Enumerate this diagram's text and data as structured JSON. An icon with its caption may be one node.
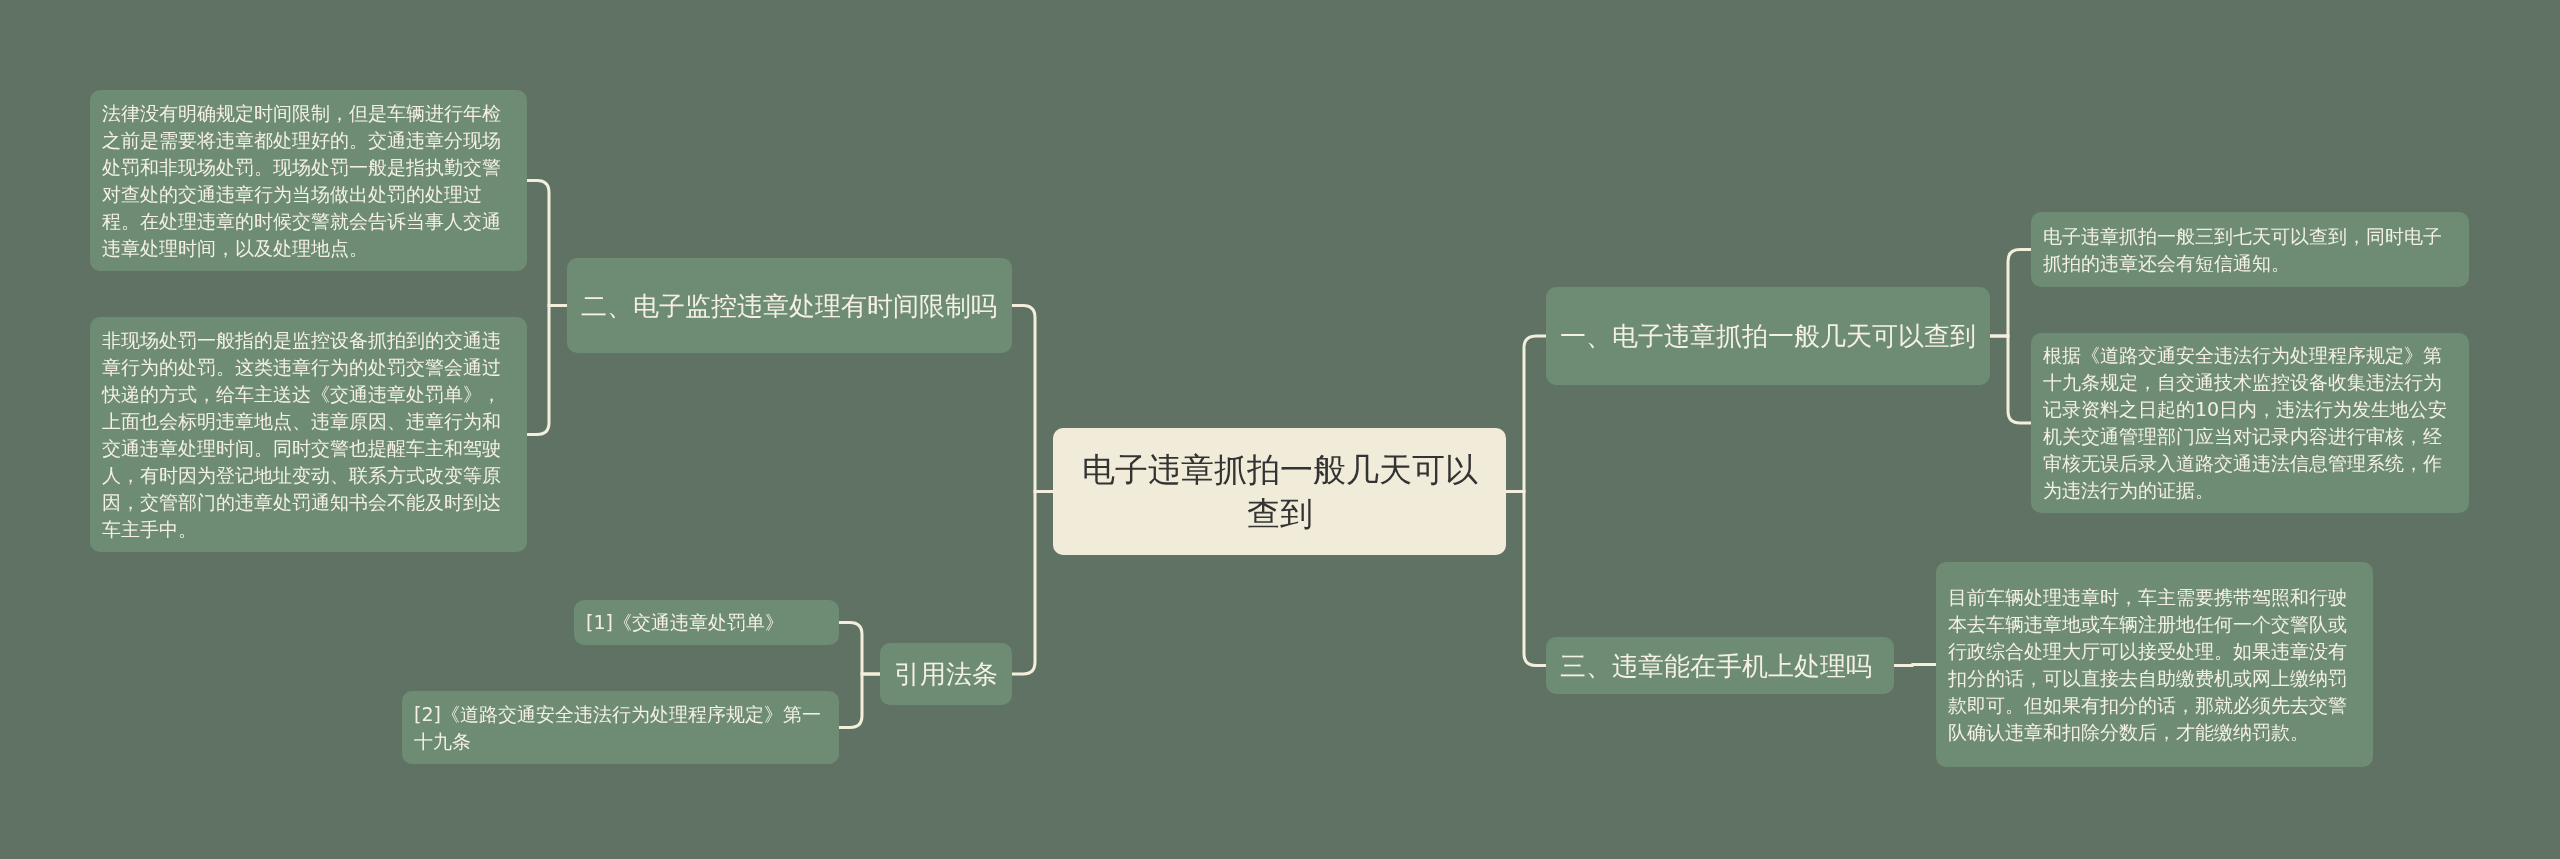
{
  "diagram": {
    "nodes": [
      {
        "text": [
          "电子违章抓拍一般几天可以查到"
        ]
      },
      {
        "text": [
          "二、电子监控违章处理有时间限制吗"
        ]
      },
      {
        "text": [
          "法律没有明确规定时间限制，但是车辆进行年检之前是需要将违章都处理好的。交通违章分现场处罚和非现场处罚。现场处罚一般是指执勤交警对查处的交通违章行为当场做出处罚的处理过程。在处理违章的时候交警就会告诉当事人交通违章处理时间，以及处理地点。"
        ]
      },
      {
        "text": [
          "非现场处罚一般指的是监控设备抓拍到的交通违章行为的处罚。这类违章行为的处罚交警会通过快递的方式，给车主送达《交通违章处罚单》，上面也会标明违章地点、违章原因、违章行为和交通违章处理时间。同时交警也提醒车主和驾驶人，有时因为登记地址变动、联系方式改变等原因，交管部门的违章处罚通知书会不能及时到达车主手中。"
        ]
      },
      {
        "text": [
          "引用法条"
        ]
      },
      {
        "text": [
          "[1]《交通违章处罚单》"
        ]
      },
      {
        "text": [
          "[2]《道路交通安全违法行为处理程序规定》第一十九条"
        ]
      },
      {
        "text": [
          "一、电子违章抓拍一般几天可以查到"
        ]
      },
      {
        "text": [
          "电子违章抓拍一般三到七天可以查到，同时电子抓拍的违章还会有短信通知。"
        ]
      },
      {
        "text": [
          "根据《道路交通安全违法行为处理程序规定》第十九条规定，自交通技术监控设备收集违法行为记录资料之日起的10日内，违法行为发生地公安机关交通管理部门应当对记录内容进行审核，经审核无误后录入道路交通违法信息管理系统，作为违法行为的证据。"
        ]
      },
      {
        "text": [
          "三、违章能在手机上处理吗"
        ]
      },
      {
        "text": [
          "目前车辆处理违章时，车主需要携带驾照和行驶本去车辆违章地或车辆注册地任何一个交警队或行政综合处理大厅可以接受处理。如果违章没有扣分的话，可以直接去自助缴费机或网上缴纳罚款即可。但如果有扣分的话，那就必须先去交警队确认违章和扣除分数后，才能缴纳罚款。"
        ]
      }
    ],
    "edges": [
      {
        "from": 0,
        "to": 1,
        "arrow": "none"
      },
      {
        "from": 1,
        "to": 2,
        "arrow": "none"
      },
      {
        "from": 1,
        "to": 3,
        "arrow": "none"
      },
      {
        "from": 0,
        "to": 4,
        "arrow": "none"
      },
      {
        "from": 4,
        "to": 5,
        "arrow": "none"
      },
      {
        "from": 4,
        "to": 6,
        "arrow": "none"
      },
      {
        "from": 0,
        "to": 7,
        "arrow": "none"
      },
      {
        "from": 7,
        "to": 8,
        "arrow": "none"
      },
      {
        "from": 7,
        "to": 9,
        "arrow": "none"
      },
      {
        "from": 0,
        "to": 10,
        "arrow": "none"
      },
      {
        "from": 10,
        "to": 11,
        "arrow": "none"
      }
    ]
  }
}
